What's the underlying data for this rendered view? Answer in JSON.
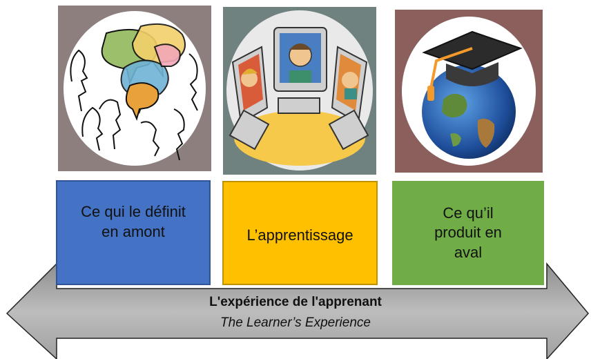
{
  "panels": [
    {
      "image": "people-speech-bubbles-illustration",
      "frame_color": "#8c7f7e"
    },
    {
      "image": "computer-lab-teachers-illustration",
      "frame_color": "#6f8280"
    },
    {
      "image": "graduation-cap-on-globe-illustration",
      "frame_color": "#8a5f5c"
    }
  ],
  "boxes": [
    {
      "text": "Ce qui le définit en amont",
      "color": "#4472c4"
    },
    {
      "text": "L’apprentissage",
      "color": "#ffc000"
    },
    {
      "text": "Ce qu’il produit en aval",
      "color": "#70ad47"
    }
  ],
  "arrow": {
    "title": "L'expérience de l'apprenant",
    "subtitle": "The Learner’s Experience",
    "color": "#a6a6a6"
  }
}
